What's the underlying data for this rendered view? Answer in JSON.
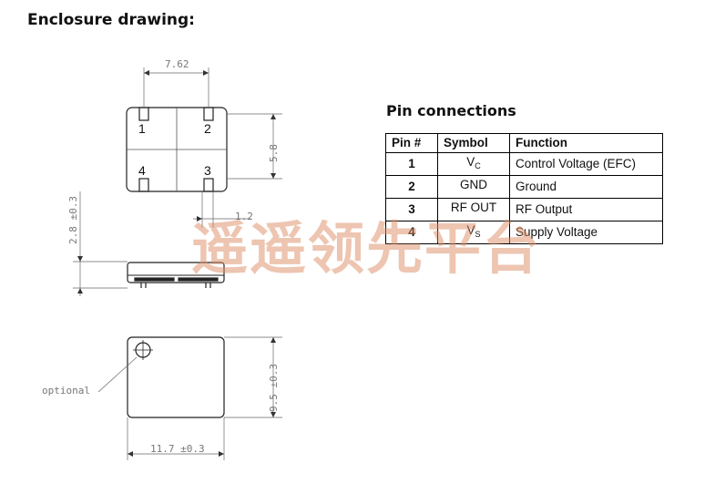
{
  "enclosure": {
    "heading": "Enclosure drawing:",
    "pins": {
      "p1": "1",
      "p2": "2",
      "p3": "3",
      "p4": "4"
    },
    "dimensions": {
      "width_top": "7.62",
      "height_side": "5.8",
      "height_front": "2.8 ±0.3",
      "pin_pitch": "1.2",
      "body_height": "9.5 ±0.3",
      "body_width": "11.7 ±0.3"
    },
    "optional_label": "optional"
  },
  "pin_connections": {
    "heading": "Pin connections",
    "columns": [
      "Pin #",
      "Symbol",
      "Function"
    ],
    "rows": [
      {
        "pin": "1",
        "symbol": "V",
        "symbol_sub": "C",
        "function": "Control Voltage (EFC)"
      },
      {
        "pin": "2",
        "symbol": "GND",
        "symbol_sub": "",
        "function": "Ground"
      },
      {
        "pin": "3",
        "symbol": "RF OUT",
        "symbol_sub": "",
        "function": "RF Output"
      },
      {
        "pin": "4",
        "symbol": "V",
        "symbol_sub": "S",
        "function": "Supply Voltage"
      }
    ]
  },
  "watermark": "遥遥领先平台"
}
